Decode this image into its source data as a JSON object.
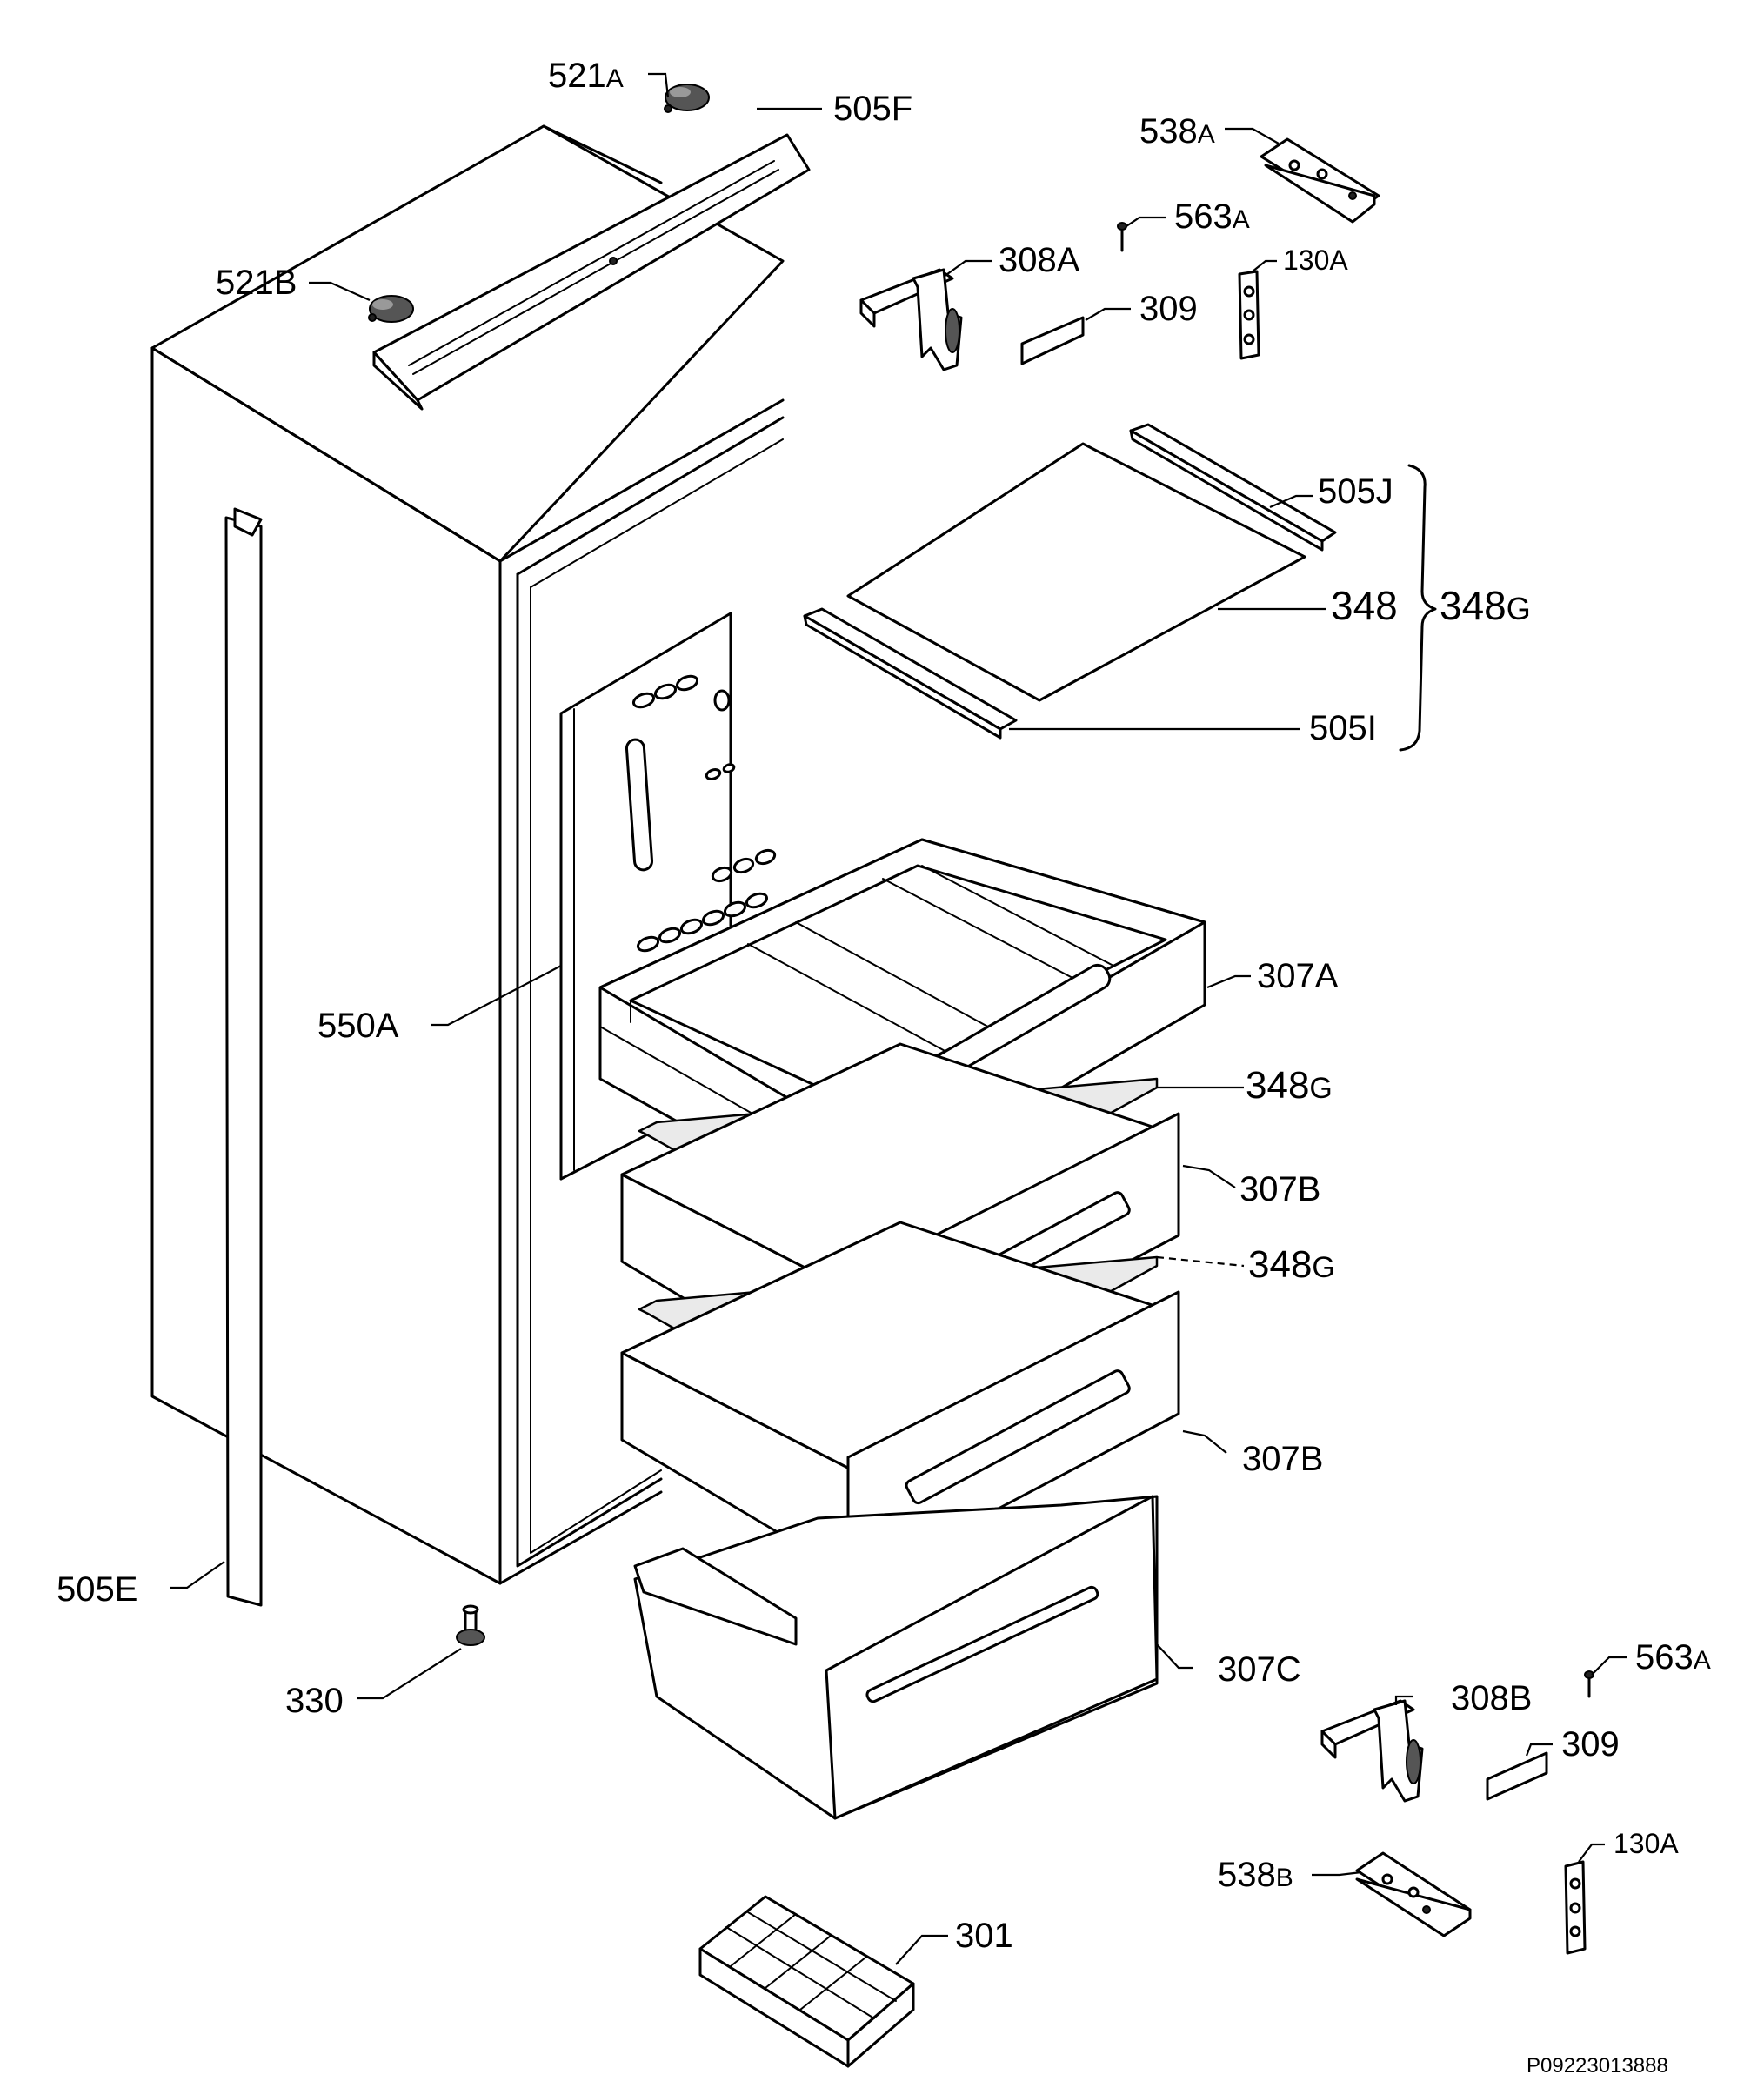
{
  "drawing": {
    "reference": "P09223013888"
  },
  "labels": {
    "l521a": {
      "main": "521",
      "suffix": "A"
    },
    "l505f": {
      "main": "505F",
      "suffix": ""
    },
    "l538a": {
      "main": "538",
      "suffix": "A"
    },
    "l563a_top": {
      "main": "563",
      "suffix": "A"
    },
    "l130a_top": {
      "main": "130A",
      "suffix": ""
    },
    "l521b": {
      "main": "521B",
      "suffix": ""
    },
    "l308a": {
      "main": "308A",
      "suffix": ""
    },
    "l309_top": {
      "main": "309",
      "suffix": ""
    },
    "l505j": {
      "main": "505J",
      "suffix": ""
    },
    "l348": {
      "main": "348",
      "suffix": ""
    },
    "l348g_group": {
      "main": "348",
      "suffix": "G"
    },
    "l505i": {
      "main": "505I",
      "suffix": ""
    },
    "l550a": {
      "main": "550A",
      "suffix": ""
    },
    "l307a": {
      "main": "307A",
      "suffix": ""
    },
    "l348g_1": {
      "main": "348",
      "suffix": "G"
    },
    "l307b_1": {
      "main": "307B",
      "suffix": ""
    },
    "l348g_2": {
      "main": "348",
      "suffix": "G"
    },
    "l307b_2": {
      "main": "307B",
      "suffix": ""
    },
    "l505e": {
      "main": "505E",
      "suffix": ""
    },
    "l330": {
      "main": "330",
      "suffix": ""
    },
    "l307c": {
      "main": "307C",
      "suffix": ""
    },
    "l563a_bot": {
      "main": "563",
      "suffix": "A"
    },
    "l308b": {
      "main": "308B",
      "suffix": ""
    },
    "l309_bot": {
      "main": "309",
      "suffix": ""
    },
    "l538b": {
      "main": "538",
      "suffix": "B"
    },
    "l130a_bot": {
      "main": "130A",
      "suffix": ""
    },
    "l301": {
      "main": "301",
      "suffix": ""
    }
  }
}
